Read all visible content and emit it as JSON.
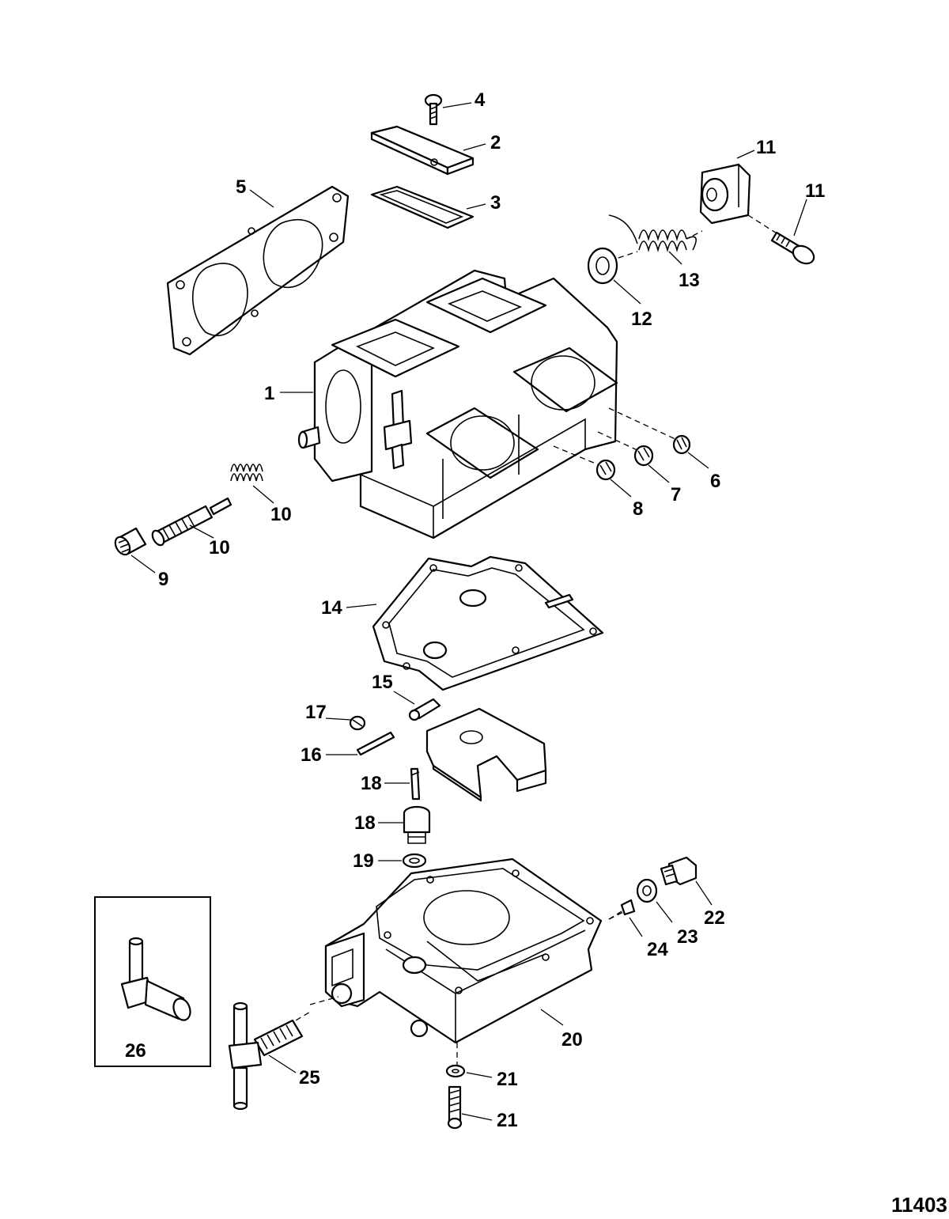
{
  "labels": {
    "p1": "1",
    "p2": "2",
    "p3": "3",
    "p4": "4",
    "p5": "5",
    "p6": "6",
    "p7": "7",
    "p8": "8",
    "p9": "9",
    "p10a": "10",
    "p10b": "10",
    "p11a": "11",
    "p11b": "11",
    "p12": "12",
    "p13": "13",
    "p14": "14",
    "p15": "15",
    "p16": "16",
    "p17": "17",
    "p18a": "18",
    "p18b": "18",
    "p19": "19",
    "p20": "20",
    "p21a": "21",
    "p21b": "21",
    "p22": "22",
    "p23": "23",
    "p24": "24",
    "p25": "25",
    "p26": "26"
  },
  "figure_number": "11403"
}
